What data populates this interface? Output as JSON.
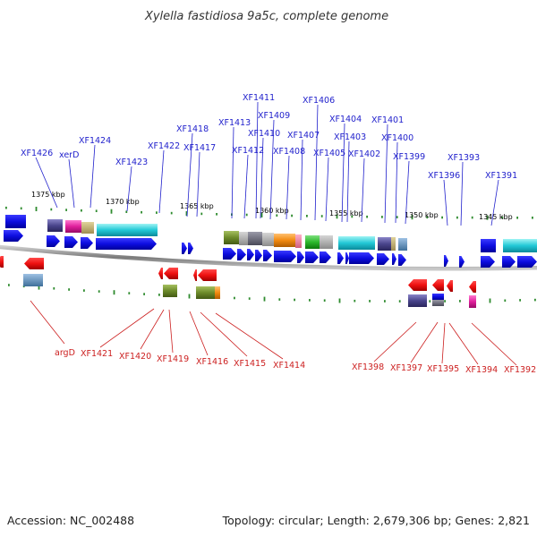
{
  "title": "Xylella fastidiosa 9a5c, complete genome",
  "footer": {
    "accession": "Accession: NC_002488",
    "topology": "Topology: circular; Length: 2,679,306 bp; Genes: 2,821"
  },
  "scale": {
    "ticks": [
      {
        "label": "1375 kbp",
        "kbp": 1375
      },
      {
        "label": "1370 kbp",
        "kbp": 1370
      },
      {
        "label": "1365 kbp",
        "kbp": 1365
      },
      {
        "label": "1360 kbp",
        "kbp": 1360
      },
      {
        "label": "1355 kbp",
        "kbp": 1355
      },
      {
        "label": "1350 kbp",
        "kbp": 1350
      },
      {
        "label": "1345 kbp",
        "kbp": 1345
      }
    ]
  },
  "colors": {
    "forward_strand": "#1010e8",
    "reverse_strand": "#e81010",
    "forward_label": "#1f1fcc",
    "reverse_label": "#cc1f1f",
    "backbone": "#8a8a8a",
    "tick": "#2e8b2e"
  },
  "genes_top": [
    {
      "name": "XF1426"
    },
    {
      "name": "xerD"
    },
    {
      "name": "XF1424"
    },
    {
      "name": "XF1423"
    },
    {
      "name": "XF1422"
    },
    {
      "name": "XF1418"
    },
    {
      "name": "XF1417"
    },
    {
      "name": "XF1413"
    },
    {
      "name": "XF1412"
    },
    {
      "name": "XF1411"
    },
    {
      "name": "XF1410"
    },
    {
      "name": "XF1409"
    },
    {
      "name": "XF1408"
    },
    {
      "name": "XF1407"
    },
    {
      "name": "XF1406"
    },
    {
      "name": "XF1405"
    },
    {
      "name": "XF1404"
    },
    {
      "name": "XF1403"
    },
    {
      "name": "XF1402"
    },
    {
      "name": "XF1401"
    },
    {
      "name": "XF1400"
    },
    {
      "name": "XF1399"
    },
    {
      "name": "XF1396"
    },
    {
      "name": "XF1393"
    },
    {
      "name": "XF1391"
    }
  ],
  "genes_bottom": [
    {
      "name": "argD"
    },
    {
      "name": "XF1421"
    },
    {
      "name": "XF1420"
    },
    {
      "name": "XF1419"
    },
    {
      "name": "XF1416"
    },
    {
      "name": "XF1415"
    },
    {
      "name": "XF1414"
    },
    {
      "name": "XF1398"
    },
    {
      "name": "XF1397"
    },
    {
      "name": "XF1395"
    },
    {
      "name": "XF1394"
    },
    {
      "name": "XF1392"
    }
  ]
}
